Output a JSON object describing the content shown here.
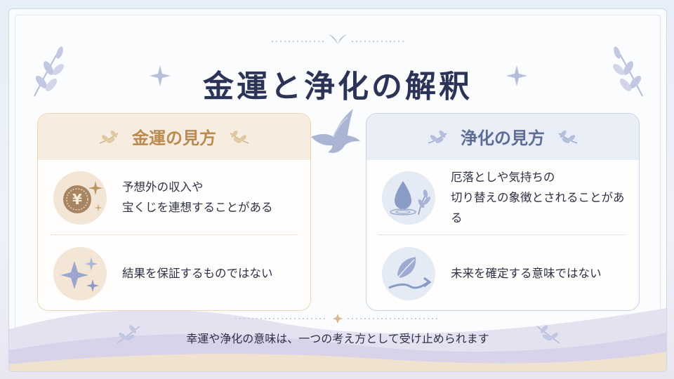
{
  "title": "金運と浄化の解釈",
  "left_panel": {
    "heading": "金運の見方",
    "items": [
      {
        "icon": "yen-coin-icon",
        "lines": [
          "予想外の収入や",
          "宝くじを連想することがある"
        ]
      },
      {
        "icon": "sparkles-icon",
        "lines": [
          "結果を保証するものではない"
        ]
      }
    ]
  },
  "right_panel": {
    "heading": "浄化の見方",
    "items": [
      {
        "icon": "water-drop-icon",
        "lines": [
          "厄落としや気持ちの",
          "切り替えの象徴とされることがある"
        ]
      },
      {
        "icon": "leaf-arrow-icon",
        "lines": [
          "未来を確定する意味ではない"
        ]
      }
    ]
  },
  "footer": "幸運や浄化の意味は、一つの考え方として受け止められます",
  "colors": {
    "gold": "#b98a52",
    "blue": "#5e6d98",
    "navy": "#2b3356"
  }
}
